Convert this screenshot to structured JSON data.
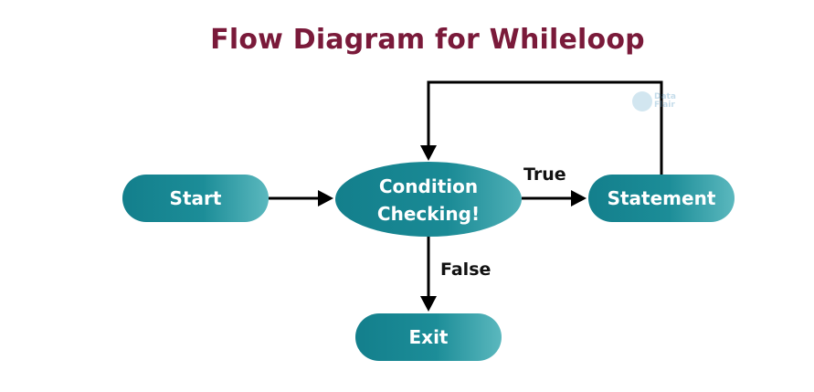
{
  "title": "Flow Diagram for Whileloop",
  "nodes": {
    "start": "Start",
    "condition_line1": "Condition",
    "condition_line2": "Checking!",
    "statement": "Statement",
    "exit": "Exit"
  },
  "edges": {
    "true_label": "True",
    "false_label": "False"
  },
  "watermark": {
    "line1": "Data",
    "line2": "Flair"
  },
  "colors": {
    "title": "#7a1a3a",
    "node_fill": "#1a8a95",
    "arrow": "#000000"
  }
}
